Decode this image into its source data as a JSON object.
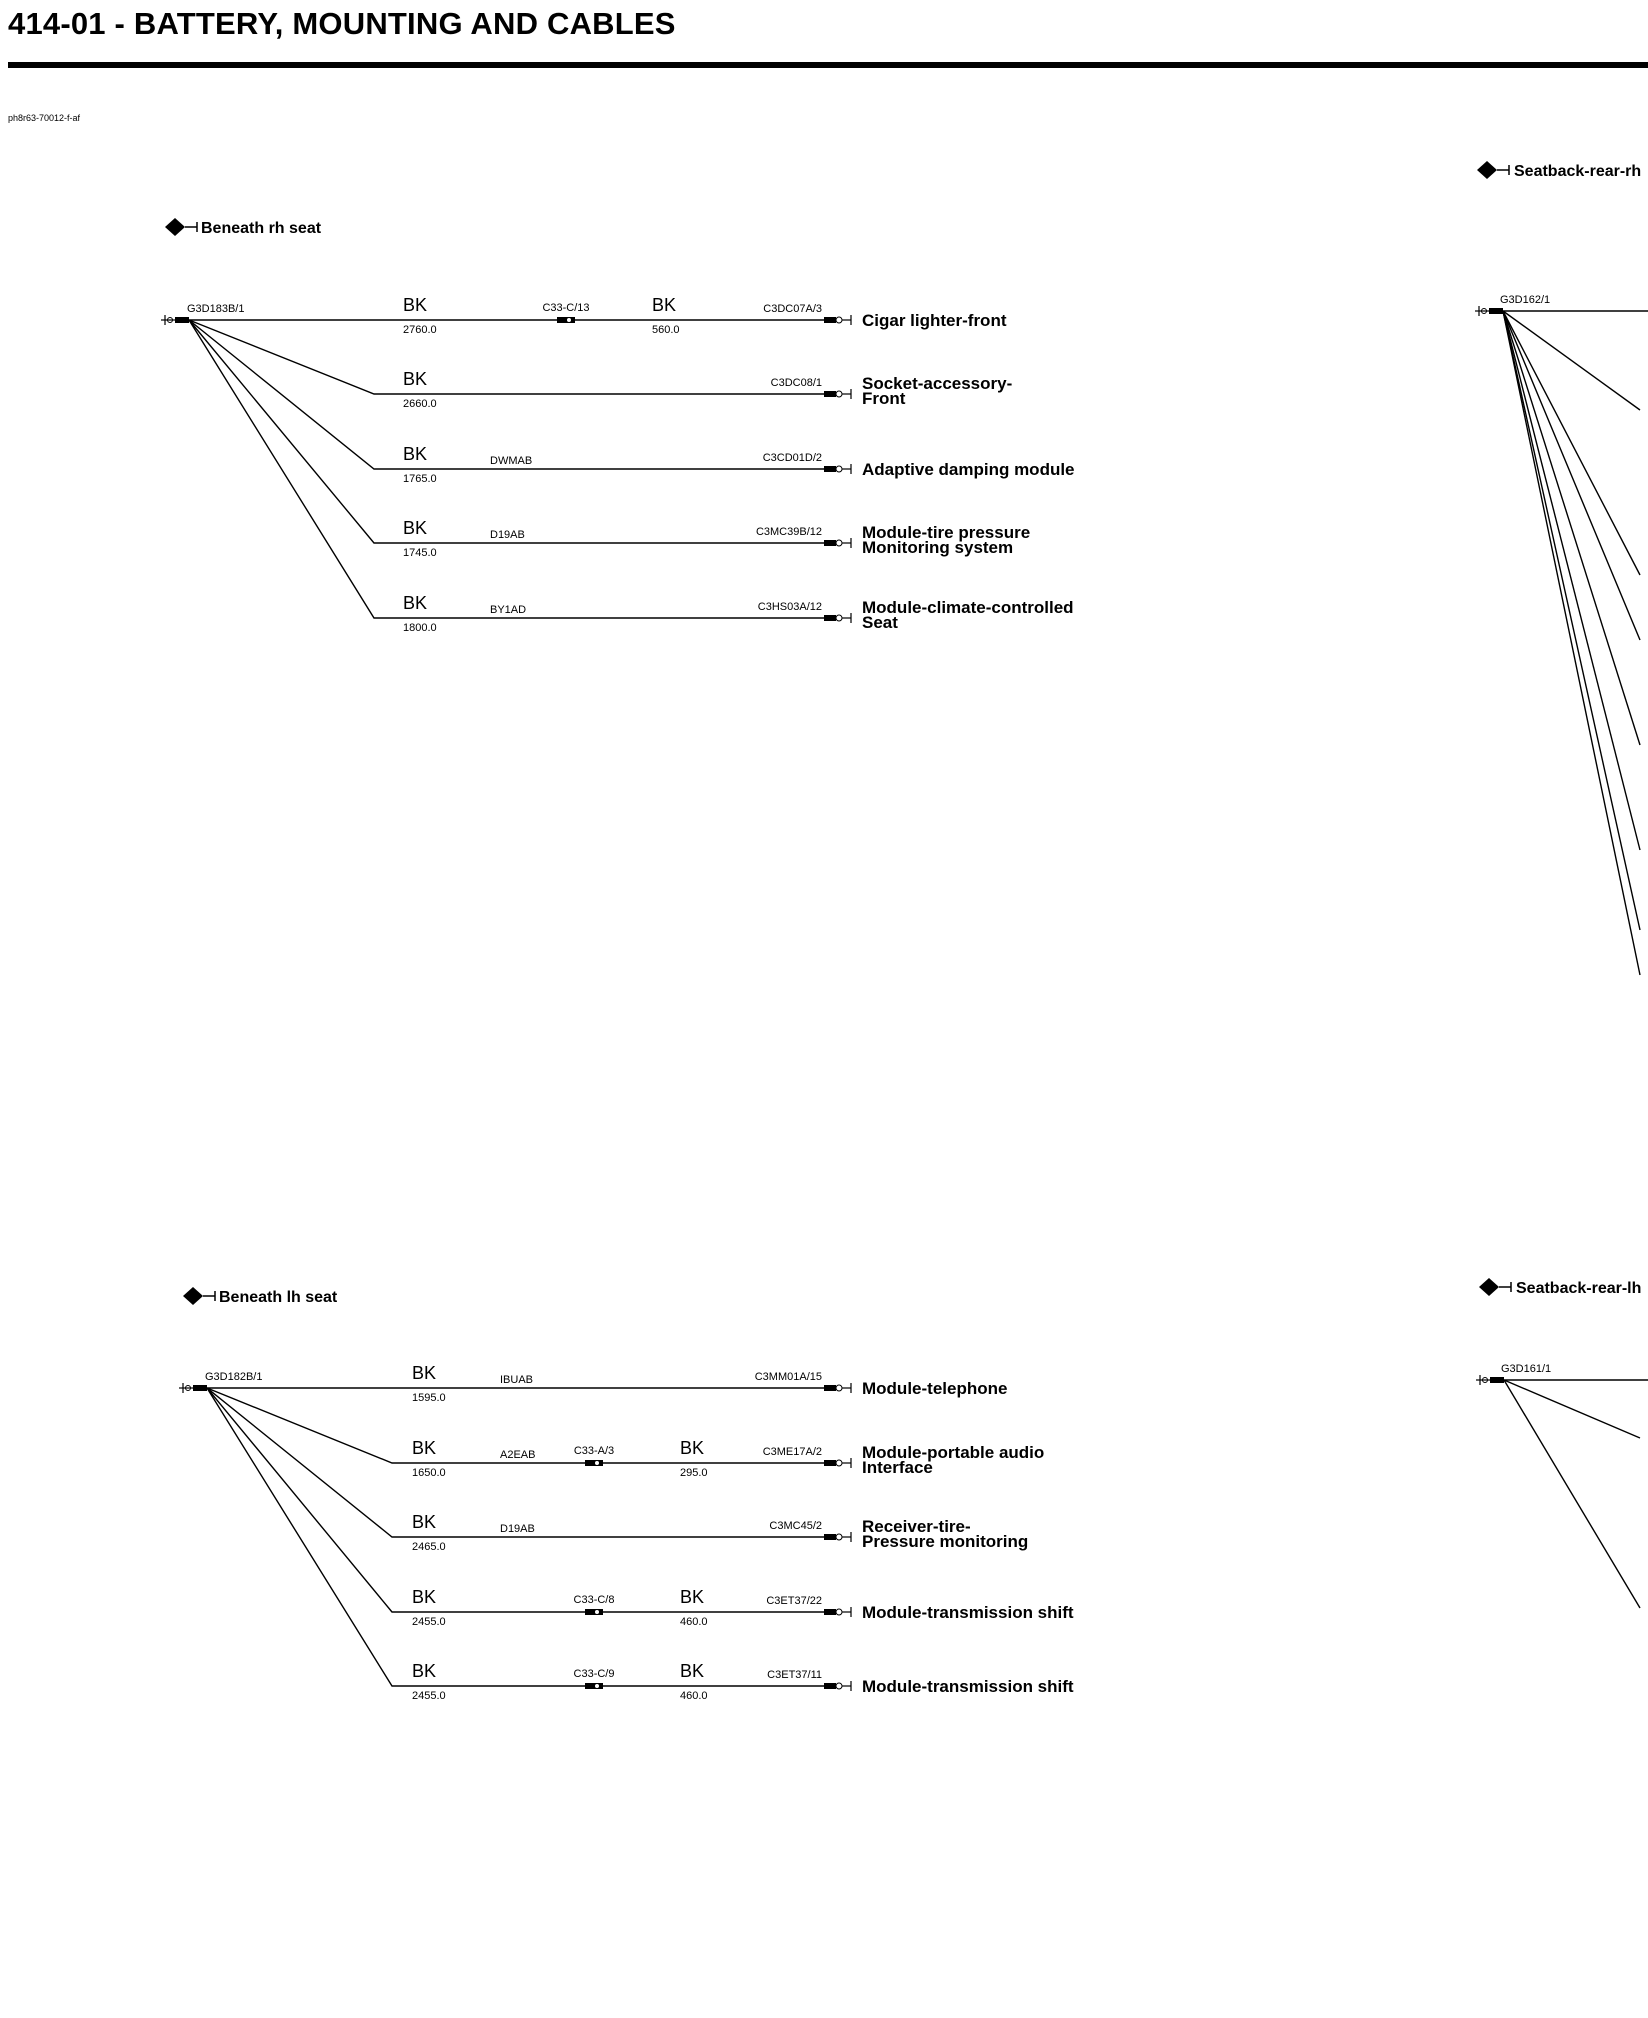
{
  "document": {
    "title": "414-01 - BATTERY, MOUNTING AND CABLES",
    "code": "ph8r63-70012-f-af"
  },
  "groups": [
    {
      "location": "Beneath rh seat",
      "ground_connector": "G3D183B/1",
      "circuits": [
        {
          "color": "BK",
          "length": "2760.0",
          "inline": "C33-C/13",
          "color2": "BK",
          "length2": "560.0",
          "connector": "C3DC07A/3",
          "dest": [
            "Cigar lighter-front"
          ]
        },
        {
          "color": "BK",
          "length": "2660.0",
          "connector": "C3DC08/1",
          "dest": [
            "Socket-accessory-",
            "Front"
          ]
        },
        {
          "color": "BK",
          "length": "1765.0",
          "circuit_id": "DWMAB",
          "connector": "C3CD01D/2",
          "dest": [
            "Adaptive damping module"
          ]
        },
        {
          "color": "BK",
          "length": "1745.0",
          "circuit_id": "D19AB",
          "connector": "C3MC39B/12",
          "dest": [
            "Module-tire pressure",
            "Monitoring system"
          ]
        },
        {
          "color": "BK",
          "length": "1800.0",
          "circuit_id": "BY1AD",
          "connector": "C3HS03A/12",
          "dest": [
            "Module-climate-controlled",
            "Seat"
          ]
        }
      ]
    },
    {
      "location": "Beneath lh seat",
      "ground_connector": "G3D182B/1",
      "circuits": [
        {
          "color": "BK",
          "length": "1595.0",
          "circuit_id": "IBUAB",
          "connector": "C3MM01A/15",
          "dest": [
            "Module-telephone"
          ]
        },
        {
          "color": "BK",
          "length": "1650.0",
          "circuit_id": "A2EAB",
          "inline": "C33-A/3",
          "color2": "BK",
          "length2": "295.0",
          "connector": "C3ME17A/2",
          "dest": [
            "Module-portable audio",
            "Interface"
          ]
        },
        {
          "color": "BK",
          "length": "2465.0",
          "circuit_id": "D19AB",
          "connector": "C3MC45/2",
          "dest": [
            "Receiver-tire-",
            "Pressure monitoring"
          ]
        },
        {
          "color": "BK",
          "length": "2455.0",
          "inline": "C33-C/8",
          "color2": "BK",
          "length2": "460.0",
          "connector": "C3ET37/22",
          "dest": [
            "Module-transmission shift"
          ]
        },
        {
          "color": "BK",
          "length": "2455.0",
          "inline": "C33-C/9",
          "color2": "BK",
          "length2": "460.0",
          "connector": "C3ET37/11",
          "dest": [
            "Module-transmission shift"
          ]
        }
      ]
    },
    {
      "location": "Seatback-rear-rh",
      "ground_connector": "G3D162/1",
      "circuits": []
    },
    {
      "location": "Seatback-rear-lh",
      "ground_connector": "G3D161/1",
      "circuits": []
    }
  ]
}
